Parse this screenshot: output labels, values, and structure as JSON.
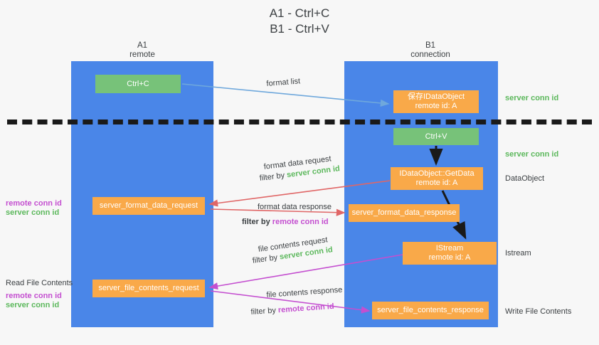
{
  "title": {
    "line1": "A1 - Ctrl+C",
    "line2": "B1 - Ctrl+V"
  },
  "columns": [
    {
      "name": "A1",
      "sub": "remote"
    },
    {
      "name": "B1",
      "sub": "connection"
    }
  ],
  "nodes": {
    "ctrl_c": {
      "line1": "Ctrl+C",
      "line2": "",
      "color": "#77c279"
    },
    "idataobject": {
      "line1": "保存IDataObject",
      "line2": "remote id: A",
      "color": "#f9a949"
    },
    "ctrl_v": {
      "line1": "Ctrl+V",
      "line2": "",
      "color": "#77c279"
    },
    "getdata": {
      "line1": "IDataObject::GetData",
      "line2": "remote id: A",
      "color": "#f9a949"
    },
    "format_data_request": {
      "line1": "server_format_data_request",
      "line2": "",
      "color": "#f9a949"
    },
    "format_data_response": {
      "line1": "server_format_data_response",
      "line2": "",
      "color": "#f9a949"
    },
    "istream": {
      "line1": "IStream",
      "line2": "remote id: A",
      "color": "#f9a949"
    },
    "file_contents_request": {
      "line1": "server_file_contents_request",
      "line2": "",
      "color": "#f9a949"
    },
    "file_contents_response": {
      "line1": "server_file_contents_response",
      "line2": "",
      "color": "#f9a949"
    }
  },
  "edges": {
    "format_list": {
      "label": "format list"
    },
    "format_data_request": {
      "label": "format data request",
      "filter_prefix": "filter by ",
      "filter_value": "server conn id"
    },
    "format_data_response": {
      "label": "format data response",
      "filter_prefix": "filter by ",
      "filter_value": "remote conn id"
    },
    "file_contents_request": {
      "label": "file contents request",
      "filter_prefix": "filter by ",
      "filter_value": "server conn id"
    },
    "file_contents_response": {
      "label": "file contents response",
      "filter_prefix": "filter by ",
      "filter_value": "remote conn id"
    }
  },
  "annotations": {
    "right": {
      "server_conn_id_top": "server conn id",
      "server_conn_id_mid": "server conn id",
      "dataobject": "DataObject",
      "istream": "Istream",
      "write_file_contents": "Write File Contents"
    },
    "left": {
      "remote_conn_id_1": "remote conn id",
      "server_conn_id_1": "server conn id",
      "read_file_contents": "Read File Contents",
      "remote_conn_id_2": "remote conn id",
      "server_conn_id_2": "server conn id"
    }
  },
  "colors": {
    "lane": "#4a86e8",
    "node_orange": "#f9a949",
    "node_green": "#77c279",
    "server_conn_id": "#5cb85c",
    "remote_conn_id": "#c44fd0",
    "arrow_blue": "#6fa8dc",
    "arrow_red": "#e06666",
    "arrow_magenta": "#c44fd0",
    "arrow_dark": "#1a1a1a",
    "background": "#f7f7f7"
  }
}
